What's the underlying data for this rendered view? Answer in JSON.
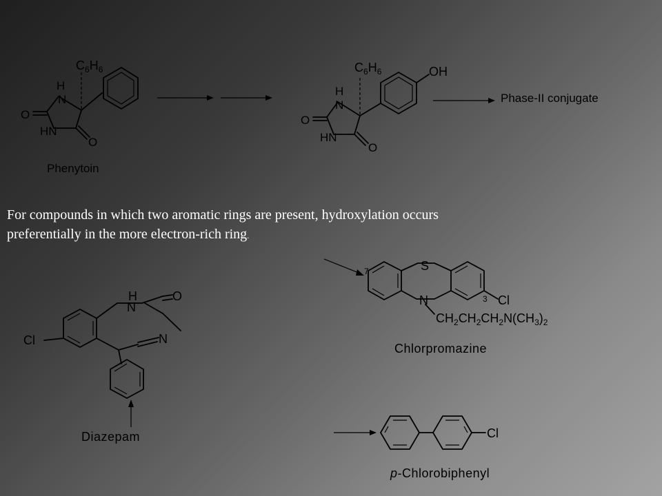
{
  "reaction1": {
    "phenytoin_label": "Phenytoin",
    "product_label": "Phase-II conjugate",
    "atoms": {
      "H": "H",
      "N": "N",
      "HN": "HN",
      "O": "O",
      "C": "C",
      "six": "6",
      "OH": "OH"
    }
  },
  "body_text": {
    "line1": "For compounds in which two aromatic rings are present, hydroxylation occurs",
    "line2": "preferentially in the more electron-rich ring",
    "line2_tail": "."
  },
  "chlorpromazine": {
    "label": "Chlorpromazine",
    "S": "S",
    "N": "N",
    "Cl": "Cl",
    "pos7": "7",
    "pos3": "3",
    "sidechain": "CH2CH2CH2N(CH3)2"
  },
  "diazepam": {
    "label": "Diazepam",
    "H": "H",
    "N": "N",
    "O": "O",
    "Cl": "Cl"
  },
  "biphenyl": {
    "label_italic": "p",
    "label_rest": "-Chlorobiphenyl",
    "Cl": "Cl"
  },
  "icon_names": [
    "reaction-arrow",
    "site-arrow"
  ],
  "colors": {
    "text": "#ffffff",
    "structure": "#000000"
  }
}
